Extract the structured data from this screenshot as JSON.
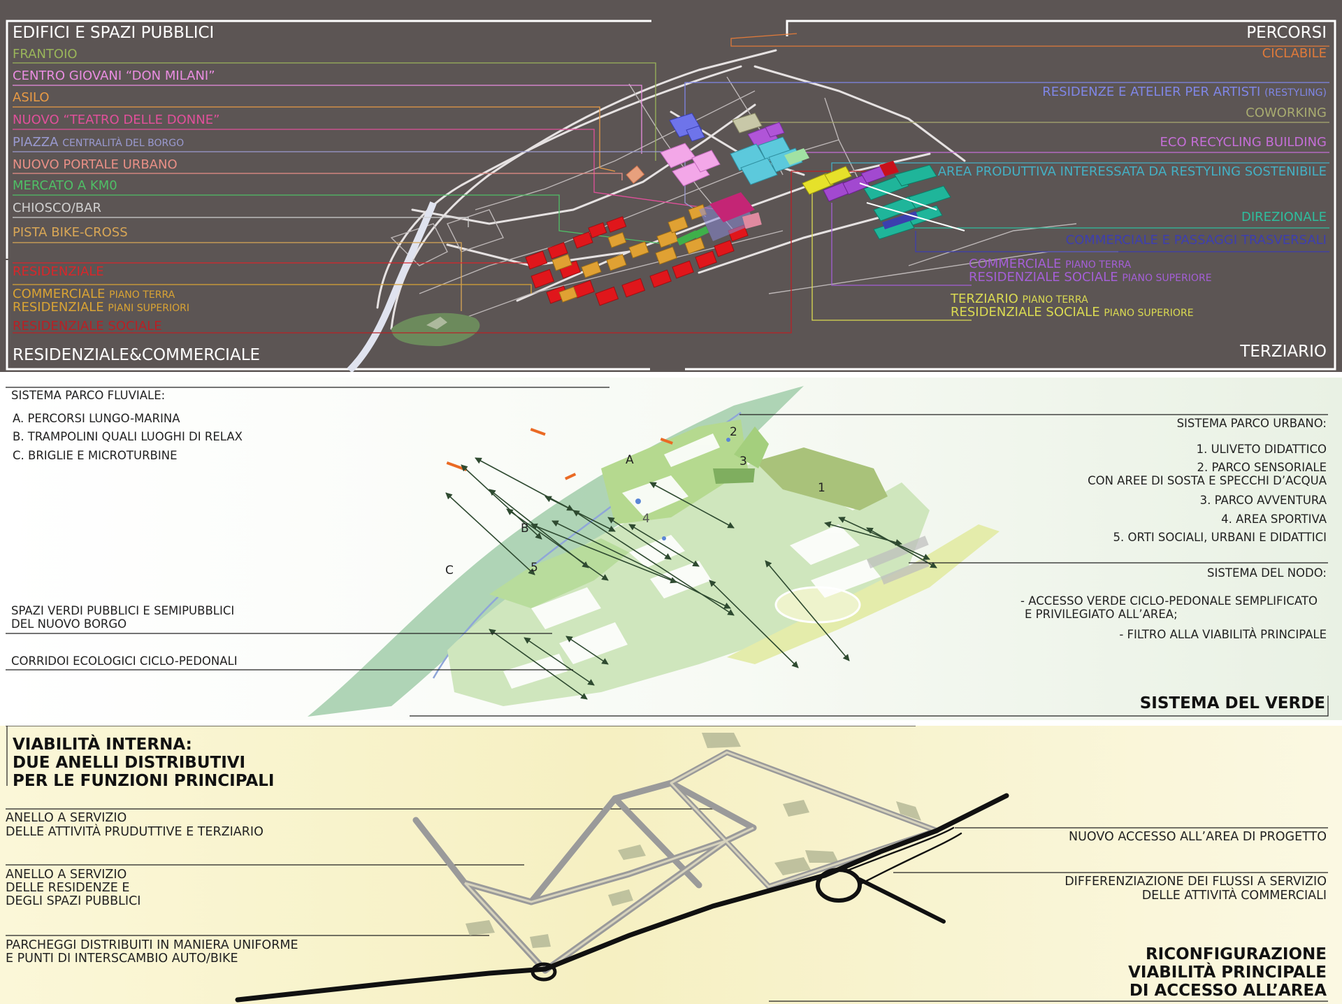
{
  "colors": {
    "bg_top": "#5c5554",
    "frantoio": "#9ab55a",
    "centro_giovani": "#e98de0",
    "asilo": "#e89a45",
    "teatro": "#e0509a",
    "piazza": "#9a9ad0",
    "portale": "#e88f86",
    "mercato": "#4fbf66",
    "chiosco": "#d0d0d0",
    "bike": "#d9a756",
    "residenziale": "#d8262a",
    "commerciale": "#d9a334",
    "res_sociale": "#b82025",
    "ciclabile": "#e07a3a",
    "atelier": "#7f86e6",
    "coworking": "#a8ab70",
    "eco": "#c46ed6",
    "area_produttiva": "#44b0c4",
    "direzionale": "#2ebd9d",
    "commerciale_passaggi": "#3d3eaf",
    "comm_res_sociale": "#a45fd6",
    "terziario": "#dada52"
  },
  "top": {
    "left_title": "EDIFICI  E SPAZI PUBBLICI",
    "left_items": [
      {
        "text": "FRANTOIO"
      },
      {
        "text": "CENTRO GIOVANI “DON MILANI”"
      },
      {
        "text": "ASILO"
      },
      {
        "text": "NUOVO “TEATRO DELLE DONNE”"
      },
      {
        "text": "PIAZZA",
        "small": "CENTRALITÀ DEL BORGO"
      },
      {
        "text": "NUOVO PORTALE URBANO"
      },
      {
        "text": "MERCATO A KM0"
      },
      {
        "text": "CHIOSCO/BAR"
      },
      {
        "text": "PISTA BIKE-CROSS"
      }
    ],
    "residenziale": "RESIDENZIALE",
    "commerciale": "COMMERCIALE",
    "commerciale_small": "PIANO TERRA",
    "residenziale_piani": "RESIDENZIALE",
    "residenziale_piani_small": "PIANI SUPERIORI",
    "residenziale_sociale": "RESIDENZIALE SOCIALE",
    "bottom_left_title": "RESIDENZIALE&COMMERCIALE",
    "right_title": "PERCORSI",
    "ciclabile": "CICLABILE",
    "atelier": "RESIDENZE E ATELIER PER ARTISTI",
    "atelier_small": "(RESTYLING)",
    "coworking": "COWORKING",
    "eco": "ECO RECYCLING BUILDING",
    "area_produttiva": "AREA PRODUTTIVA INTERESSATA DA RESTYLING SOSTENIBILE",
    "direzionale": "DIREZIONALE",
    "commerciale_passaggi": "COMMERCIALE E PASSAGGI TRASVERSALI",
    "comm_pt": "COMMERCIALE",
    "comm_pt_small": "PIANO TERRA",
    "res_soc": "RESIDENZIALE SOCIALE",
    "res_soc_small": "PIANO SUPERIORE",
    "terz_pt": "TERZIARIO",
    "terz_pt_small": "PIANO TERRA",
    "terz_res": "RESIDENZIALE SOCIALE",
    "terz_res_small": "PIANO SUPERIORE",
    "bottom_right_title": "TERZIARIO"
  },
  "verde": {
    "fluviale_title": "SISTEMA PARCO FLUVIALE:",
    "fluviale_items": [
      "A. PERCORSI LUNGO-MARINA",
      "B. TRAMPOLINI QUALI LUOGHI DI RELAX",
      "C. BRIGLIE E MICROTURBINE"
    ],
    "spazi_verdi": [
      "SPAZI VERDI PUBBLICI E SEMIPUBBLICI",
      "DEL NUOVO BORGO"
    ],
    "corridoi": "CORRIDOI ECOLOGICI CICLO-PEDONALI",
    "urbano_title": "SISTEMA PARCO URBANO:",
    "urbano_items": [
      "1. ULIVETO DIDATTICO",
      "2. PARCO SENSORIALE",
      "CON AREE DI SOSTA E SPECCHI D’ACQUA",
      "3. PARCO AVVENTURA",
      "4. AREA SPORTIVA",
      "5. ORTI SOCIALI, URBANI E DIDATTICI"
    ],
    "nodo_title": "SISTEMA DEL NODO:",
    "nodo_items": [
      "- ACCESSO VERDE CICLO-PEDONALE SEMPLIFICATO",
      "E PRIVILEGIATO ALL’AREA;",
      "- FILTRO ALLA VIABILITÀ PRINCIPALE"
    ],
    "map_labels": [
      "A",
      "B",
      "C",
      "1",
      "2",
      "3",
      "4",
      "5"
    ],
    "section_title": "SISTEMA DEL VERDE"
  },
  "viab": {
    "title": [
      "VIABILITÀ INTERNA:",
      "DUE ANELLI DISTRIBUTIVI",
      "PER LE FUNZIONI PRINCIPALI"
    ],
    "anello1": [
      "ANELLO A SERVIZIO",
      "DELLE ATTIVITÀ PRUDUTTIVE E TERZIARIO"
    ],
    "anello2": [
      "ANELLO A SERVIZIO",
      "DELLE RESIDENZE E",
      "DEGLI SPAZI PUBBLICI"
    ],
    "parcheggi": [
      "PARCHEGGI DISTRIBUITI IN MANIERA UNIFORME",
      "E PUNTI DI INTERSCAMBIO AUTO/BIKE"
    ],
    "nuovo_accesso": "NUOVO ACCESSO ALL’AREA DI PROGETTO",
    "flussi": [
      "DIFFERENZIAZIONE DEI FLUSSI A SERVIZIO",
      "DELLE ATTIVITÀ COMMERCIALI"
    ],
    "riconf": [
      "RICONFIGURAZIONE",
      "VIABILITÀ PRINCIPALE",
      "DI ACCESSO ALL’AREA"
    ]
  }
}
